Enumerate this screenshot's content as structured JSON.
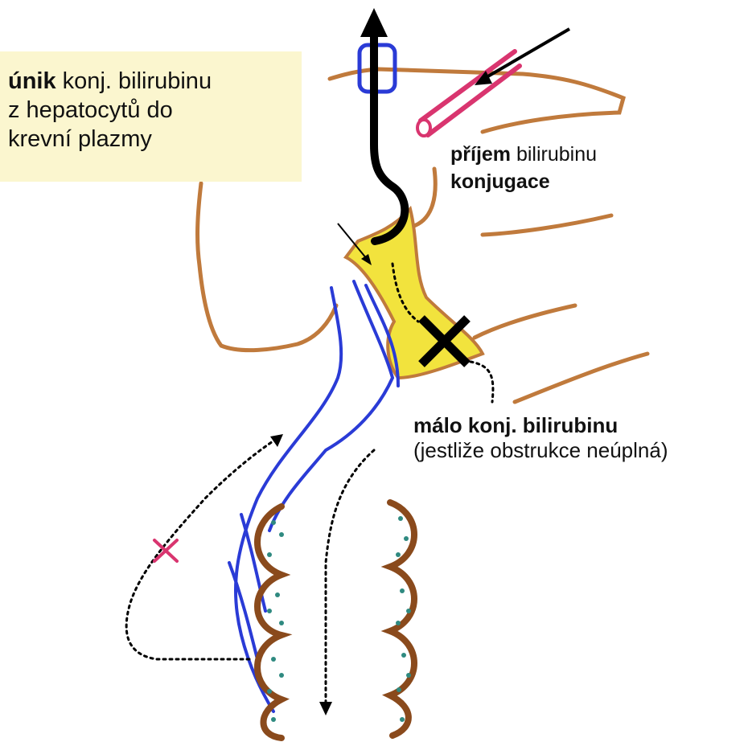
{
  "labels": {
    "escape": {
      "bold": "únik",
      "line1_rest": " konj. bilirubinu",
      "line2": "z hepatocytů do",
      "line3": "krevní plazmy"
    },
    "uptake": {
      "line1_bold": "příjem",
      "line1_rest": " bilirubinu",
      "line2_bold": "konjugace"
    },
    "little": {
      "line1_bold": "málo konj. bilirubinu",
      "line2": "(jestliže obstrukce neúplná)"
    }
  },
  "colors": {
    "hepatocyte_outline": "#c07a3c",
    "blood_vessel": "#d9356f",
    "bile_duct": "#f2e33d",
    "lymph_vessel": "#2a3bd6",
    "villus_border": "#8a4a1c",
    "villus_dots": "#2f8a80",
    "blocked_x": "#d9356f",
    "arrow": "#000000"
  },
  "icons": {
    "obstruction": "x-cross-icon",
    "blocked_path": "x-cross-icon",
    "flow": "arrow-icon"
  }
}
